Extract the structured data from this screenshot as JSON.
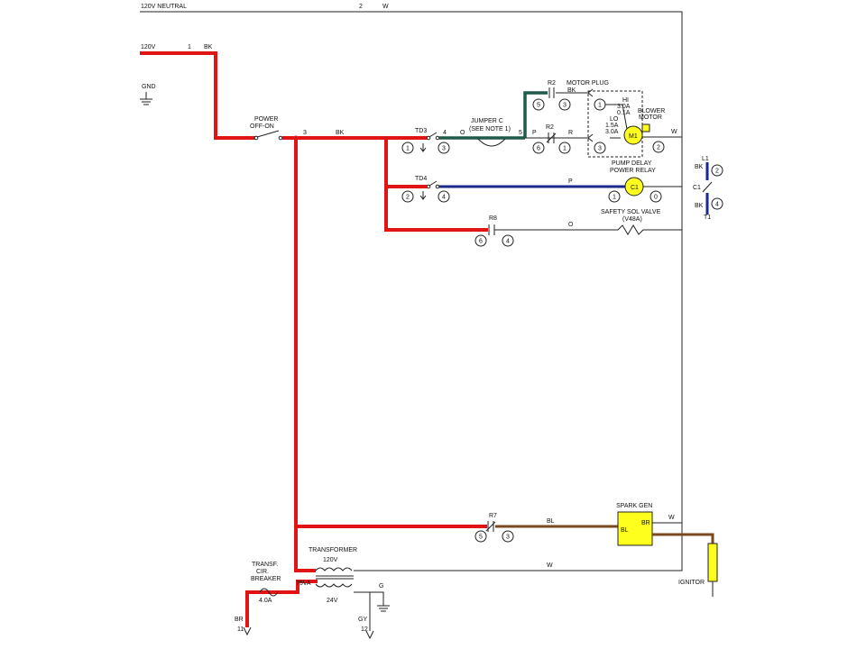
{
  "labels": {
    "neutral": "120V NEUTRAL",
    "neutral_wire_num": "2",
    "neutral_wire_color": "W",
    "line_voltage": "120V",
    "line_wire_num": "1",
    "line_wire_color": "BK",
    "gnd": "GND",
    "power_switch_1": "POWER",
    "power_switch_2": "OFF-ON",
    "wire3_num": "3",
    "wire3_color": "BK",
    "td3": "TD3",
    "wire4_num": "4",
    "wire4_color": "O",
    "jumper_1": "JUMPER C",
    "jumper_2": "(SEE NOTE 1)",
    "wire5_num": "5",
    "r2_top": "R2",
    "motor_plug": "MOTOR PLUG",
    "motor_plug_color": "BK",
    "hi": "HI",
    "hi_a1": "3.0A",
    "hi_a2": "0.1A",
    "lo": "LO",
    "lo_a1": "1.5A",
    "lo_a2": "3.0A",
    "blower_1": "BLOWER",
    "blower_2": "MOTOR",
    "m1": "M1",
    "p_label": "P",
    "r2_mid": "R2",
    "r_label": "R",
    "w_right": "W",
    "td4": "TD4",
    "p_wire": "P",
    "pump_1": "PUMP DELAY",
    "pump_2": "POWER RELAY",
    "c1": "C1",
    "safety_1": "SAFETY SOL VALVE",
    "safety_2": "(V48A)",
    "r8": "R8",
    "o_wire": "O",
    "l1": "L1",
    "bk_a": "BK",
    "c1_side": "C1",
    "bk_b": "BK",
    "t1": "T1",
    "r7": "R7",
    "bl_wire": "BL",
    "spark_gen": "SPARK GEN",
    "bl_inner": "BL",
    "br_inner": "BR",
    "w_spark": "W",
    "ignitor": "IGNITOR",
    "transformer": "TRANSFORMER",
    "t_120v": "120V",
    "t_75va": "75VA",
    "t_24v": "24V",
    "g_label": "G",
    "w_bottom": "W",
    "breaker_1": "TRANSF.",
    "breaker_2": "CIR.",
    "breaker_3": "BREAKER",
    "breaker_4": "4.0A",
    "br_out": "BR",
    "br_num": "11",
    "gy_out": "GY",
    "gy_num": "12"
  },
  "terminals": {
    "t_td3_a": "1",
    "t_td3_b": "3",
    "t_r2top_a": "5",
    "t_r2top_b": "3",
    "t_r2mid_a": "6",
    "t_r2mid_b": "1",
    "t_plug1": "1",
    "t_plug3": "3",
    "t_m1": "2",
    "t_td4_a": "2",
    "t_td4_b": "4",
    "t_c1_a": "1",
    "t_c1_b": "0",
    "t_r8_a": "6",
    "t_r8_b": "4",
    "t_l1": "2",
    "t_t1": "4",
    "t_r7_a": "5",
    "t_r7_b": "3"
  },
  "colors": {
    "hot": "#e01414",
    "green": "#1e5a4a",
    "blue": "#1a2a8c",
    "brown": "#7a4a1e",
    "component": "#ffff1e"
  }
}
